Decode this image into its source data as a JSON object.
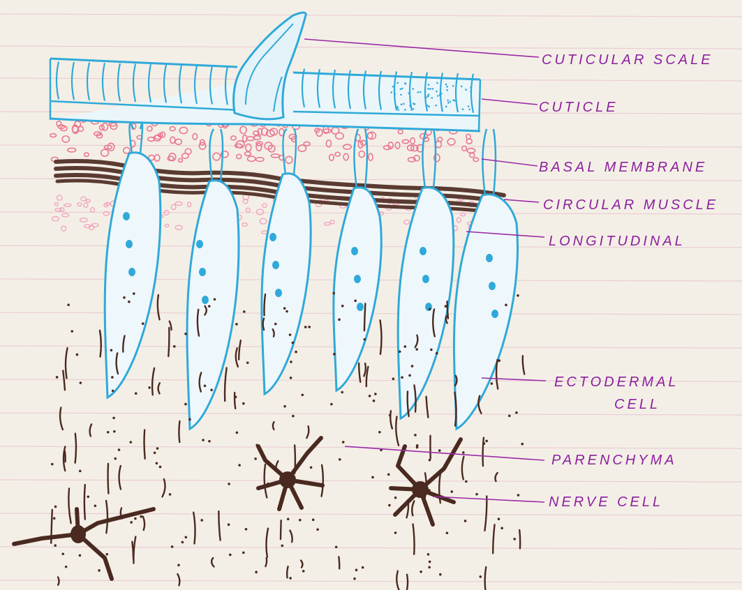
{
  "diagram": {
    "labels": {
      "cuticular_scale": "CUTICULAR SCALE",
      "cuticle": "CUTICLE",
      "basal_membrane": "BASAL MEMBRANE",
      "circular_muscle": "CIRCULAR MUSCLE",
      "longitudinal": "LONGITUDINAL",
      "ectodermal_line1": "ECTODERMAL",
      "ectodermal_line2": "CELL",
      "parenchyma": "PARENCHYMA",
      "nerve_cell": "NERVE CELL"
    },
    "colors": {
      "paper": "#f4efe6",
      "ruling": "#e7c9d3",
      "cuticle_blue": "#2fa9d9",
      "muscle_brown": "#5a3b32",
      "parenchyma_brown": "#4a2a20",
      "pink_dots": "#e8788c",
      "label_purple": "#8b1fa0",
      "leader_purple": "#9a2aa8"
    }
  }
}
